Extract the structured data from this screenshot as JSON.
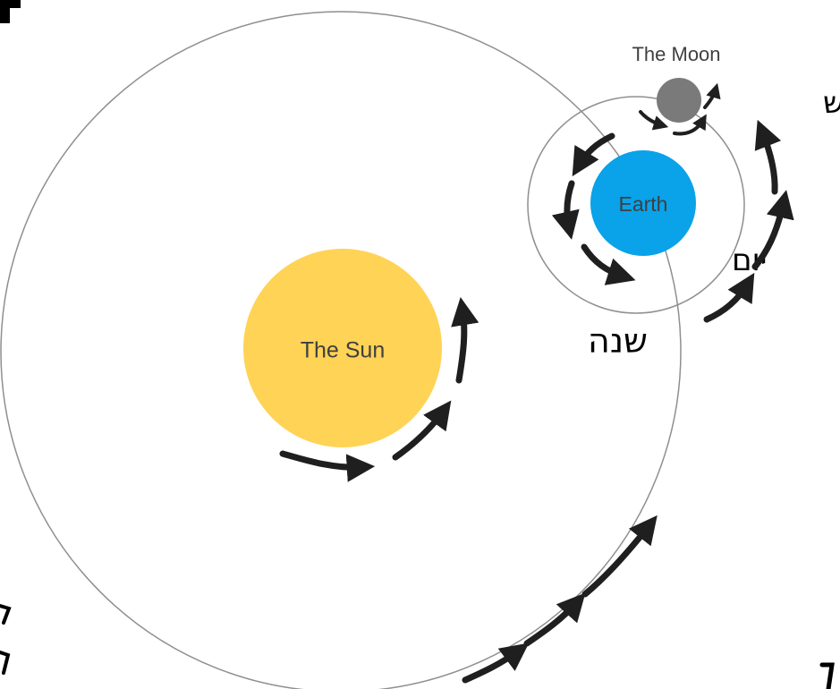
{
  "diagram": {
    "bodies": {
      "sun": {
        "label": "The Sun",
        "color": "#ffd356"
      },
      "earth": {
        "label": "Earth",
        "color": "#0aa2e8"
      },
      "moon": {
        "label": "The Moon",
        "color": "#7a7a7a"
      }
    },
    "cycles": {
      "year": "שנה",
      "month": "חדש",
      "day": "יום"
    }
  }
}
